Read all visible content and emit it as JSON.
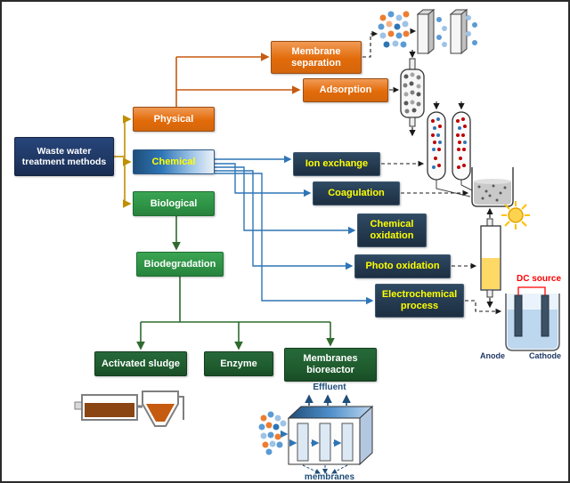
{
  "labels": {
    "root": "Waste water treatment methods",
    "physical": "Physical",
    "chemical": "Chemical",
    "biological": "Biological",
    "membrane_separation": "Membrane separation",
    "adsorption": "Adsorption",
    "ion_exchange": "Ion exchange",
    "coagulation": "Coagulation",
    "chemical_oxidation": "Chemical oxidation",
    "photo_oxidation": "Photo oxidation",
    "electrochemical_process": "Electrochemical process",
    "biodegradation": "Biodegradation",
    "activated_sludge": "Activated sludge",
    "enzyme": "Enzyme",
    "membranes_bioreactor": "Membranes bioreactor"
  },
  "annotations": {
    "dc_source": "DC source",
    "anode": "Anode",
    "cathode": "Cathode",
    "effluent": "Effluent",
    "membranes": "membranes"
  },
  "hierarchy": {
    "root": "Waste water treatment methods",
    "branches": [
      {
        "category": "Physical",
        "methods": [
          "Membrane separation",
          "Adsorption"
        ]
      },
      {
        "category": "Chemical",
        "methods": [
          "Ion exchange",
          "Coagulation",
          "Chemical oxidation",
          "Photo oxidation",
          "Electrochemical process"
        ]
      },
      {
        "category": "Biological",
        "methods": [
          "Biodegradation"
        ],
        "sub_methods": [
          "Activated sludge",
          "Enzyme",
          "Membranes bioreactor"
        ]
      }
    ]
  },
  "colors": {
    "root_navy": "#1F3864",
    "orange_box": "#E26B0A",
    "method_navy_box": "#24394E",
    "method_label_yellow": "#FFFF00",
    "green_box": "#2E9245",
    "dark_green_box": "#1F5C2E",
    "tree_line_olive": "#BF8F00",
    "physical_line_orange": "#C55A11",
    "chemical_line_blue": "#2E75B6",
    "biological_line_green": "#2F6B2F",
    "dc_source_red": "#FF0000",
    "annotation_navy": "#1F4E79"
  }
}
